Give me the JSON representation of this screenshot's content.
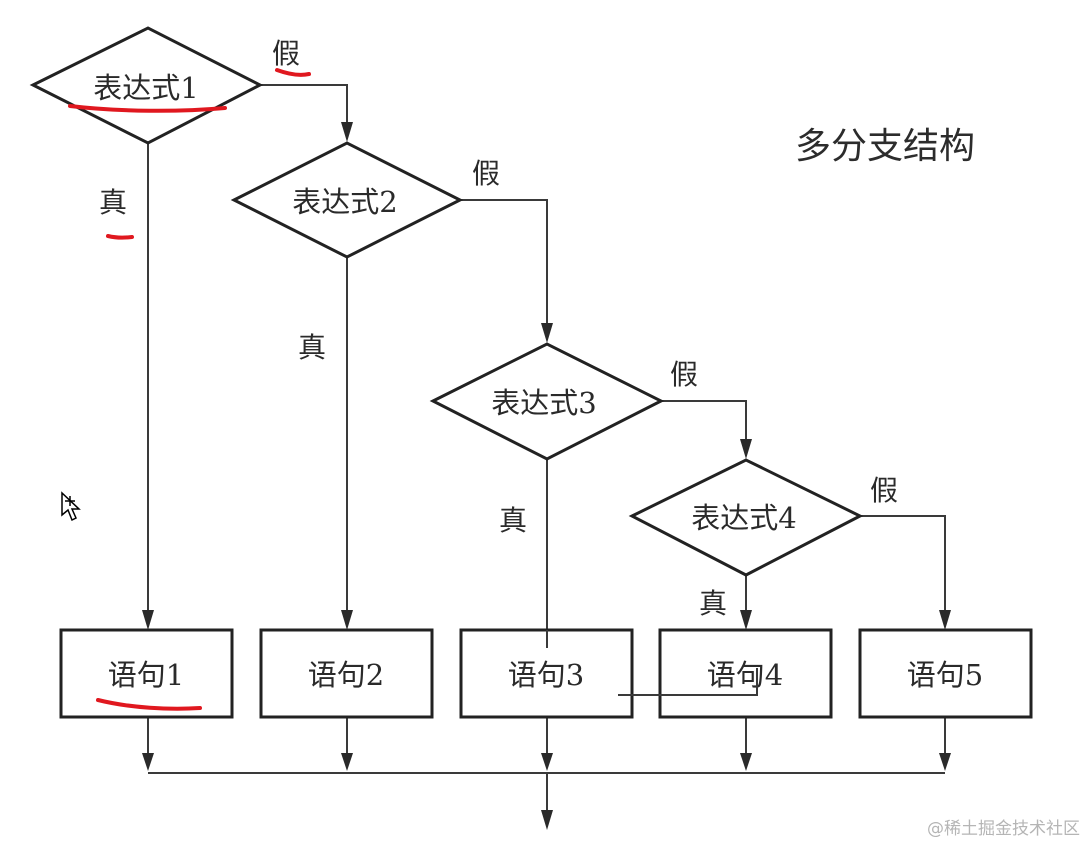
{
  "diagram": {
    "title": "多分支结构",
    "conditions": [
      {
        "label": "表达式1",
        "true_label": "真",
        "false_label": "假"
      },
      {
        "label": "表达式2",
        "true_label": "真",
        "false_label": "假"
      },
      {
        "label": "表达式3",
        "true_label": "真",
        "false_label": "假"
      },
      {
        "label": "表达式4",
        "true_label": "真",
        "false_label": "假"
      }
    ],
    "statements": [
      {
        "label": "语句1"
      },
      {
        "label": "语句2"
      },
      {
        "label": "语句3"
      },
      {
        "label": "语句4"
      },
      {
        "label": "语句5"
      }
    ]
  },
  "watermark": "@稀土掘金技术社区",
  "colors": {
    "line": "#222222",
    "annotation": "#e0181f",
    "watermark": "#b5b5b5"
  }
}
